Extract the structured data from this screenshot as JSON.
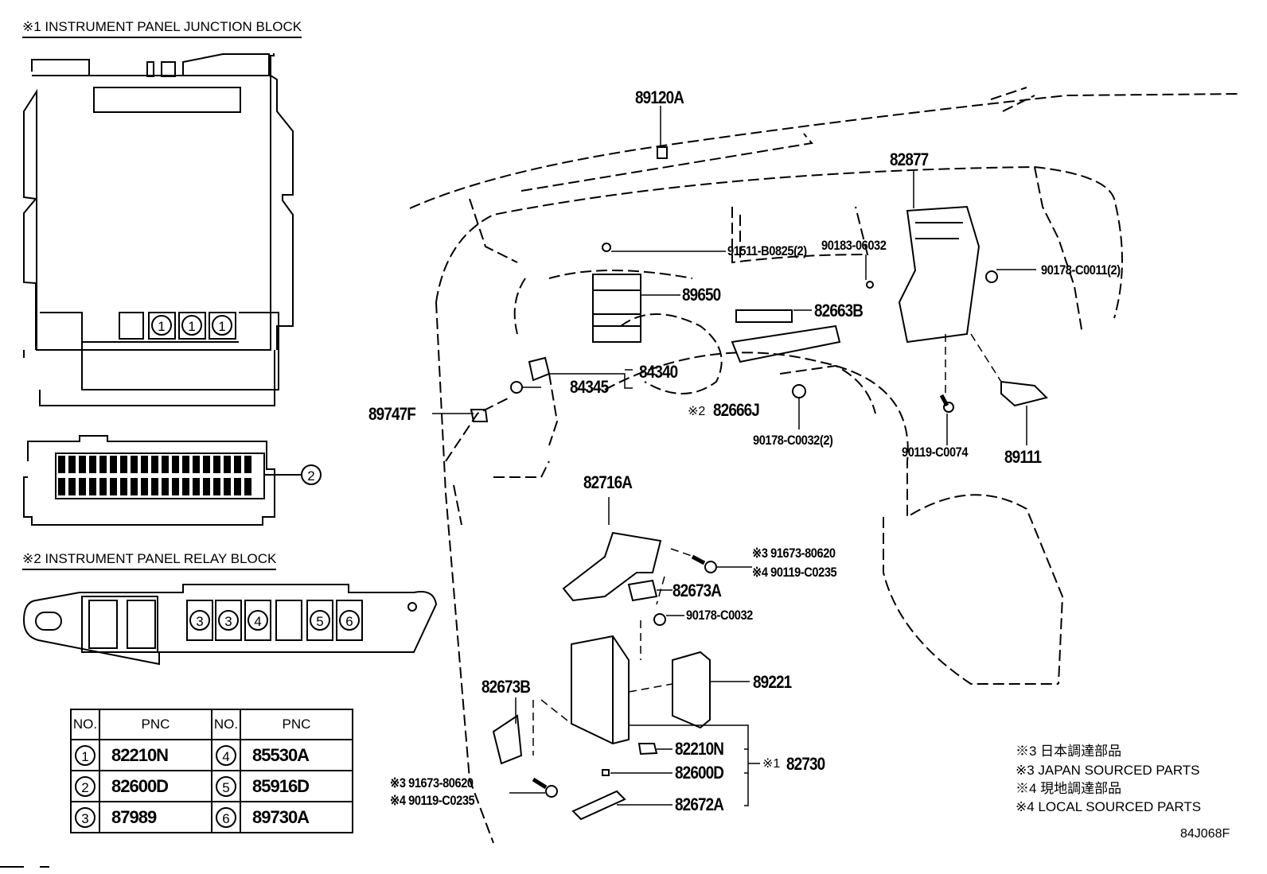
{
  "sections": {
    "junction_block_title": "※1 INSTRUMENT PANEL JUNCTION BLOCK",
    "relay_block_title": "※2 INSTRUMENT PANEL RELAY BLOCK"
  },
  "junction_block_markers": [
    "1",
    "1",
    "1"
  ],
  "junction_block_side_marker": "2",
  "relay_block_markers": [
    "3",
    "3",
    "4",
    "",
    "5",
    "6"
  ],
  "callouts": {
    "p89120A": "89120A",
    "p82877": "82877",
    "p91511": "91511-B0825(2)",
    "p90183": "90183-06032",
    "p90178_C0011": "90178-C0011(2)",
    "p89650": "89650",
    "p82663B": "82663B",
    "p84340": "84340",
    "p84345": "84345",
    "p89747F": "89747F",
    "p82666J_prefix": "※2",
    "p82666J": "82666J",
    "p90178_C0032_2": "90178-C0032(2)",
    "p90119_C0074": "90119-C0074",
    "p89111": "89111",
    "p82716A": "82716A",
    "p91673_a": "※3 91673-80620",
    "p90119_C0235_a": "※4 90119-C0235",
    "p82673A": "82673A",
    "p90178_C0032": "90178-C0032",
    "p89221": "89221",
    "p82673B": "82673B",
    "p82210N": "82210N",
    "p82600D": "82600D",
    "p82672A": "82672A",
    "p82730_prefix": "※1",
    "p82730": "82730",
    "p91673_b": "※3 91673-80620",
    "p90119_C0235_b": "※4 90119-C0235"
  },
  "pnc_table": {
    "headers": [
      "NO.",
      "PNC",
      "NO.",
      "PNC"
    ],
    "rows": [
      {
        "no_left": "1",
        "pnc_left": "82210N",
        "no_right": "4",
        "pnc_right": "85530A"
      },
      {
        "no_left": "2",
        "pnc_left": "82600D",
        "no_right": "5",
        "pnc_right": "85916D"
      },
      {
        "no_left": "3",
        "pnc_left": "87989",
        "no_right": "6",
        "pnc_right": "89730A"
      }
    ]
  },
  "legend": [
    "※3 日本調達部品",
    "※3 JAPAN SOURCED PARTS",
    "※4 現地調達部品",
    "※4 LOCAL SOURCED PARTS"
  ],
  "diagram_code": "84J068F"
}
